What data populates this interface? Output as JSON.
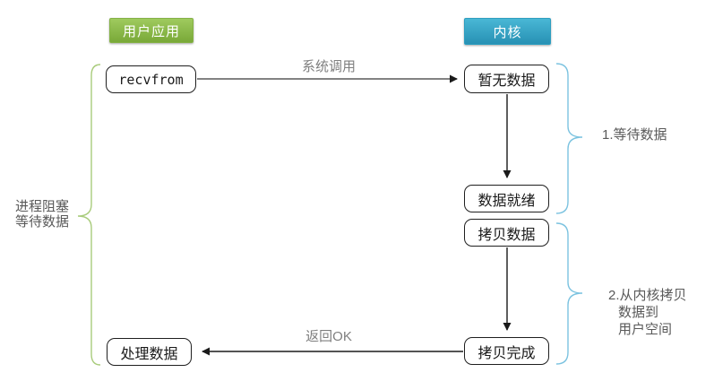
{
  "diagram": {
    "title_semantic": "blocking-io-flow",
    "headers": {
      "user_app": "用户应用",
      "kernel": "内核"
    },
    "nodes": {
      "recvfrom": "recvfrom",
      "no_data": "暂无数据",
      "data_ready": "数据就绪",
      "copy_data": "拷贝数据",
      "copy_done": "拷贝完成",
      "process_data": "处理数据"
    },
    "edge_labels": {
      "syscall": "系统调用",
      "return_ok": "返回OK"
    },
    "side_labels": {
      "left": {
        "line1": "进程阻塞",
        "line2": "等待数据"
      },
      "right_wait": "1.等待数据",
      "right_copy": {
        "line1": "2.从内核拷贝",
        "line2": "数据到",
        "line3": "用户空间"
      }
    },
    "colors": {
      "user_app_green": "#84b145",
      "kernel_blue": "#2e9ec0",
      "brace_green": "#a9cc7c",
      "brace_blue": "#7cc3e0",
      "arrow_black": "#1a1a1a",
      "arrow_gray": "#595959",
      "label_gray": "#7f7f7f"
    }
  }
}
